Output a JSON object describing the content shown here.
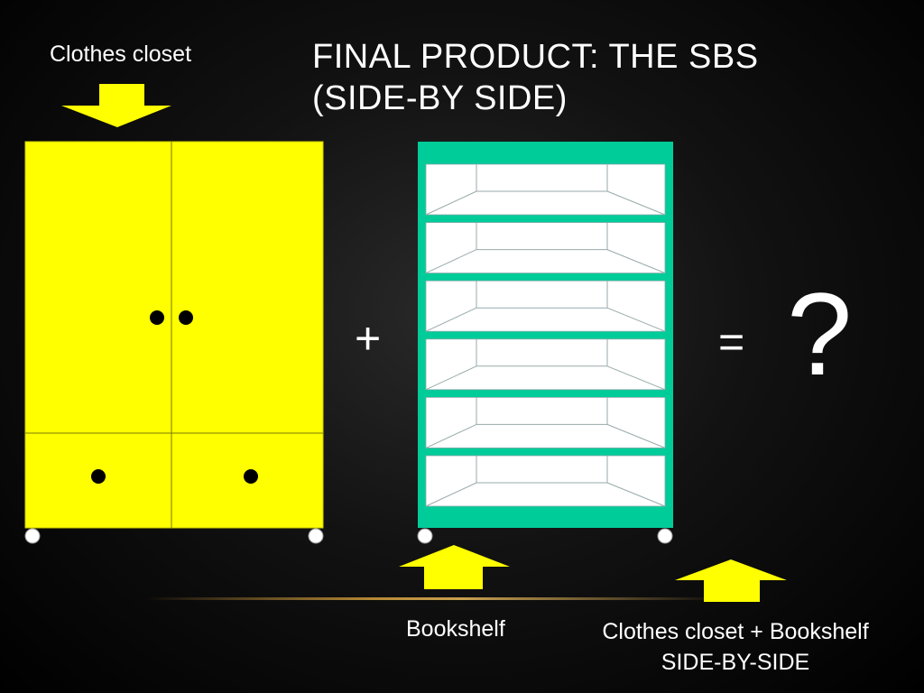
{
  "slide": {
    "title_line1": "FINAL PRODUCT: THE SBS",
    "title_line2": "(SIDE-BY SIDE)"
  },
  "labels": {
    "closet": "Clothes closet",
    "bookshelf": "Bookshelf",
    "combo_line1": "Clothes closet + Bookshelf",
    "combo_line2": "SIDE-BY-SIDE"
  },
  "operators": {
    "plus": "+",
    "equals": "=",
    "question": "?"
  },
  "colors": {
    "closet": "#ffff00",
    "bookshelf": "#00cc99",
    "arrow": "#ffff00",
    "glow": "#c9a050"
  },
  "icons": [
    "down-arrow-icon",
    "up-arrow-icon",
    "wheel-icon",
    "knob-icon"
  ]
}
